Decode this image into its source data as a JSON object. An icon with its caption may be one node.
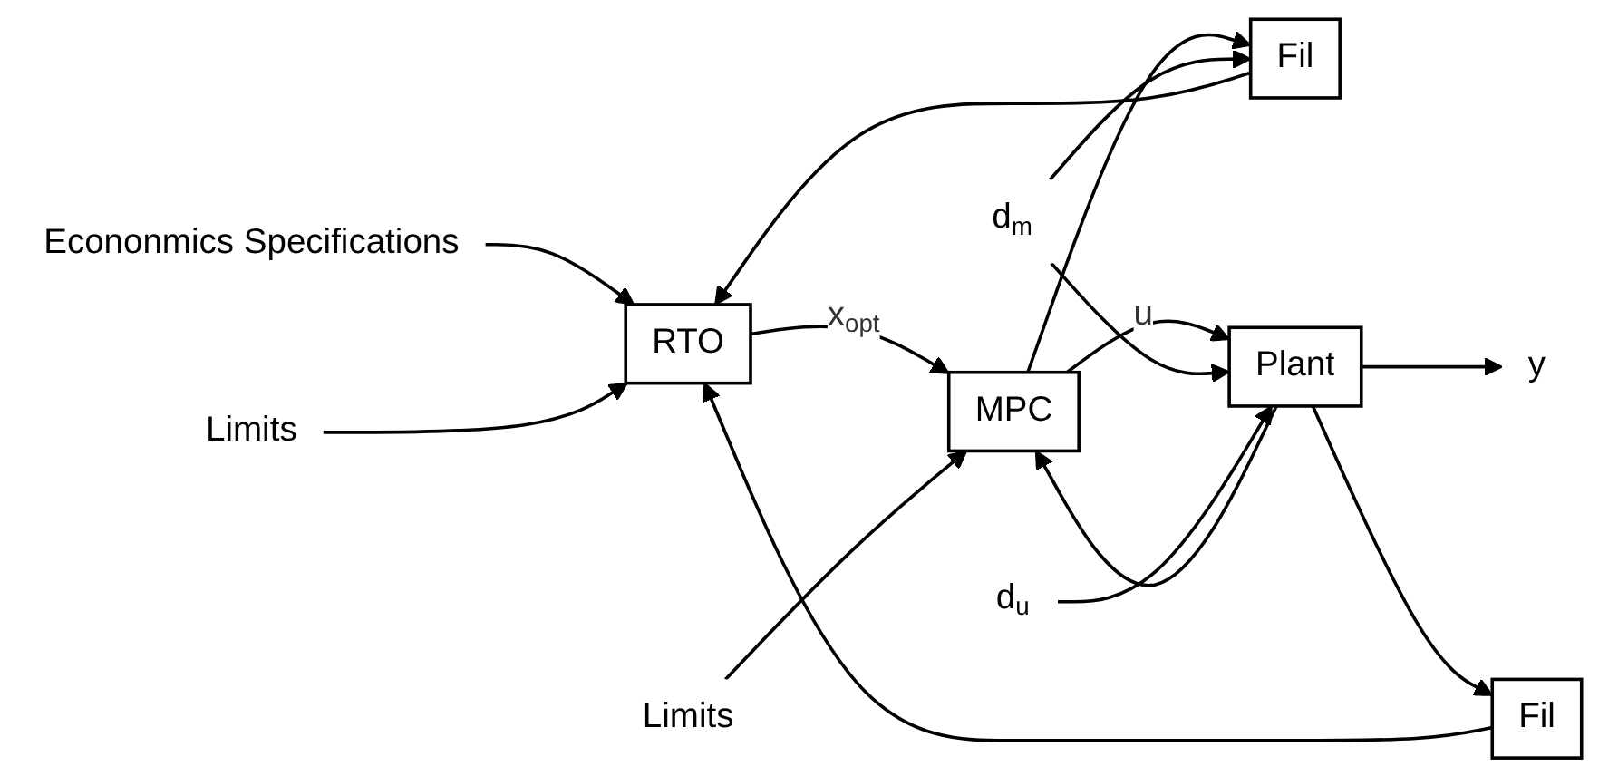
{
  "diagram": {
    "nodes": [
      {
        "text": [
          "Econonmics Specifications"
        ]
      },
      {
        "text": [
          "d$_{m}$"
        ]
      },
      {
        "text": [
          "d$_{u}$"
        ]
      },
      {
        "text": [
          "Fil"
        ]
      },
      {
        "text": [
          "Limits"
        ]
      },
      {
        "text": [
          "RTO"
        ]
      },
      {
        "text": [
          "MPC"
        ]
      },
      {
        "text": [
          "Plant"
        ]
      },
      {
        "text": [
          "y"
        ]
      },
      {
        "text": [
          "Limits"
        ]
      },
      {
        "text": [
          "Fil"
        ]
      }
    ],
    "edges": [
      {
        "from": 0,
        "to": 5,
        "arrow": "to"
      },
      {
        "from": 4,
        "to": 5,
        "arrow": "to"
      },
      {
        "from": 5,
        "to": 6,
        "arrow": "to",
        "label": "x$_{opt}$"
      },
      {
        "from": 9,
        "to": 6,
        "arrow": "to"
      },
      {
        "from": 6,
        "to": 7,
        "arrow": "to",
        "label": "u"
      },
      {
        "from": 6,
        "to": 3,
        "arrow": "to"
      },
      {
        "from": 1,
        "to": 3,
        "arrow": "to"
      },
      {
        "from": 1,
        "to": 7,
        "arrow": "to"
      },
      {
        "from": 2,
        "to": 7,
        "arrow": "to"
      },
      {
        "from": 3,
        "to": 5,
        "arrow": "to"
      },
      {
        "from": 7,
        "to": 8,
        "arrow": "to"
      },
      {
        "from": 7,
        "to": 10,
        "arrow": "to"
      },
      {
        "from": 7,
        "to": 6,
        "arrow": "to"
      },
      {
        "from": 10,
        "to": 5,
        "arrow": "to"
      }
    ]
  }
}
